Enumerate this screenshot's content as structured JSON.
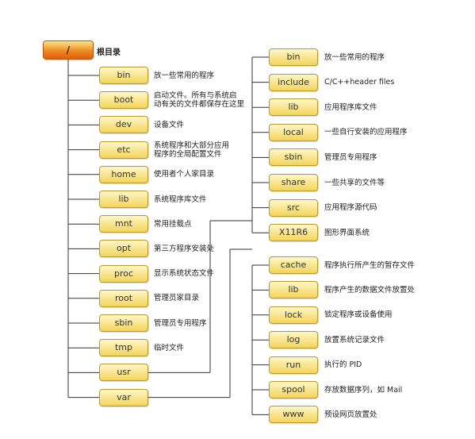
{
  "root": {
    "label": "/",
    "description": "根目录"
  },
  "root_children": [
    {
      "label": "bin",
      "description": "放一些常用的程序"
    },
    {
      "label": "boot",
      "description": "启动文件。所有与系统启\n动有关的文件都保存在这里"
    },
    {
      "label": "dev",
      "description": "设备文件"
    },
    {
      "label": "etc",
      "description": "系统程序和大部分应用\n程序的全局配置文件"
    },
    {
      "label": "home",
      "description": "使用者个人家目录"
    },
    {
      "label": "lib",
      "description": "系统程序库文件"
    },
    {
      "label": "mnt",
      "description": "常用挂载点"
    },
    {
      "label": "opt",
      "description": "第三方程序安装处"
    },
    {
      "label": "proc",
      "description": "显示系统状态文件"
    },
    {
      "label": "root",
      "description": "管理员家目录"
    },
    {
      "label": "sbin",
      "description": "管理员专用程序"
    },
    {
      "label": "tmp",
      "description": "临时文件"
    },
    {
      "label": "usr",
      "description": ""
    },
    {
      "label": "var",
      "description": ""
    }
  ],
  "usr_children": [
    {
      "label": "bin",
      "description": "放一些常用的程序"
    },
    {
      "label": "include",
      "description": "C/C++header files"
    },
    {
      "label": "lib",
      "description": "应用程序库文件"
    },
    {
      "label": "local",
      "description": "一些自行安装的应用程序"
    },
    {
      "label": "sbin",
      "description": "管理员专用程序"
    },
    {
      "label": "share",
      "description": "一些共享的文件等"
    },
    {
      "label": "src",
      "description": "应用程序源代码"
    },
    {
      "label": "X11R6",
      "description": "图形界面系统"
    }
  ],
  "var_children": [
    {
      "label": "cache",
      "description": "程序执行所产生的暂存文件"
    },
    {
      "label": "lib",
      "description": "程序产生的数据文件放置处"
    },
    {
      "label": "lock",
      "description": "锁定程序或设备使用"
    },
    {
      "label": "log",
      "description": "放置系统记录文件"
    },
    {
      "label": "run",
      "description": "执行的 PID"
    },
    {
      "label": "spool",
      "description": "存放数据序列，如 Mail"
    },
    {
      "label": "www",
      "description": "预设网页放置处"
    }
  ]
}
